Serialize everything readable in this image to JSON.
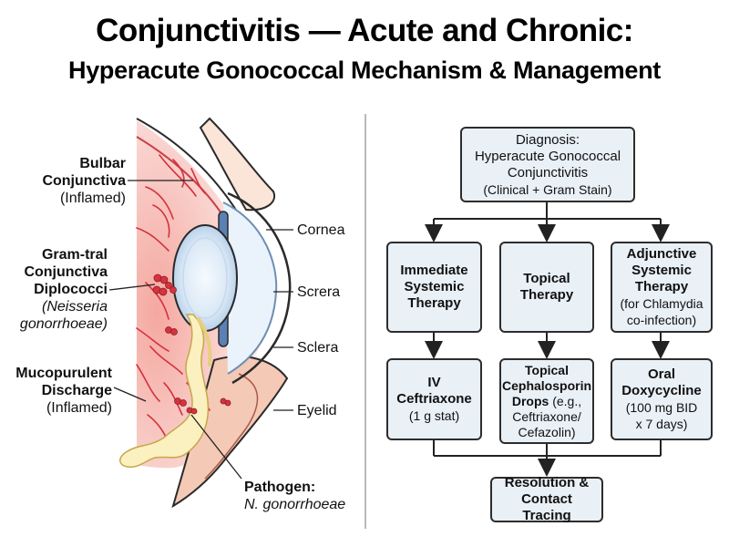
{
  "title": {
    "line1": "Conjunctivitis — Acute and Chronic:",
    "line2": "Hyperacute Gonococcal Mechanism & Management"
  },
  "anatomy": {
    "labels": {
      "bulbar": {
        "title": "Bulbar\nConjunctiva",
        "sub": "(Inflamed)"
      },
      "diplococci": {
        "title": "Gram-tral\nConjunctiva\nDiplococci",
        "sub": "(Neisseria\ngonorrhoeae)"
      },
      "discharge": {
        "title": "Mucopurulent\nDischarge",
        "sub": "(Inflamed)"
      },
      "cornea": "Cornea",
      "screra": "Screra",
      "sclera": "Sclera",
      "eyelid": "Eyelid",
      "pathogen": {
        "title": "Pathogen:",
        "sub": "N. gonorrhoeae"
      }
    }
  },
  "flowchart": {
    "diagnosis": {
      "line1": "Diagnosis:",
      "line2": "Hyperacute Gonococcal",
      "line3": "Conjunctivitis",
      "line4": "(Clinical + Gram Stain)"
    },
    "immediate": {
      "title": "Immediate\nSystemic\nTherapy"
    },
    "topical": {
      "title": "Topical\nTherapy"
    },
    "adjunctive": {
      "title": "Adjunctive\nSystemic\nTherapy",
      "sub": "(for Chlamydia\nco-infection)"
    },
    "iv": {
      "title": "IV\nCeftriaxone",
      "sub": "(1 g stat)"
    },
    "drops": {
      "title": "Topical\nCephalosporin\nDrops",
      "sub": " (e.g.,\nCeftriaxone/\nCefazolin)"
    },
    "oral": {
      "title": "Oral\nDoxycycline",
      "sub": "(100 mg BID\nx 7 days)"
    },
    "resolution": {
      "title": "Resolution &\nContact Tracing"
    }
  }
}
